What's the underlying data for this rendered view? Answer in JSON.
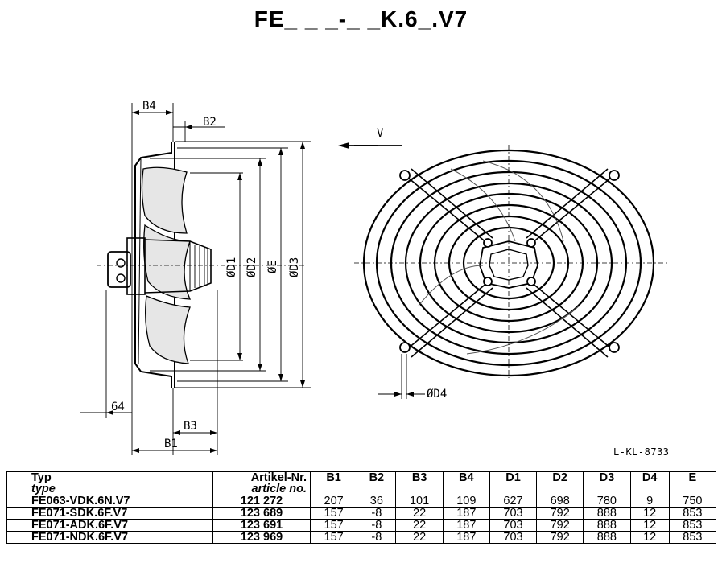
{
  "title": "FE_ _ _-_ _K.6_.V7",
  "drawing_ref": "L-KL-8733",
  "labels": {
    "b4": "B4",
    "b2": "B2",
    "b3": "B3",
    "b1": "B1",
    "d64": "64",
    "view": "V",
    "d1": "ØD1",
    "d2": "ØD2",
    "e": "ØE",
    "d3": "ØD3",
    "d4": "ØD4"
  },
  "table": {
    "headers": {
      "typ": "Typ",
      "typ_sub": "type",
      "art": "Artikel-Nr.",
      "art_sub": "article no.",
      "cols": [
        "B1",
        "B2",
        "B3",
        "B4",
        "D1",
        "D2",
        "D3",
        "D4",
        "E"
      ]
    },
    "rows": [
      {
        "typ": "FE063-VDK.6N.V7",
        "art": "121 272",
        "vals": [
          "207",
          "36",
          "101",
          "109",
          "627",
          "698",
          "780",
          "9",
          "750"
        ]
      },
      {
        "typ": "FE071-SDK.6F.V7",
        "art": "123 689",
        "vals": [
          "157",
          "-8",
          "22",
          "187",
          "703",
          "792",
          "888",
          "12",
          "853"
        ]
      },
      {
        "typ": "FE071-ADK.6F.V7",
        "art": "123 691",
        "vals": [
          "157",
          "-8",
          "22",
          "187",
          "703",
          "792",
          "888",
          "12",
          "853"
        ]
      },
      {
        "typ": "FE071-NDK.6F.V7",
        "art": "123 969",
        "vals": [
          "157",
          "-8",
          "22",
          "187",
          "703",
          "792",
          "888",
          "12",
          "853"
        ]
      }
    ]
  }
}
